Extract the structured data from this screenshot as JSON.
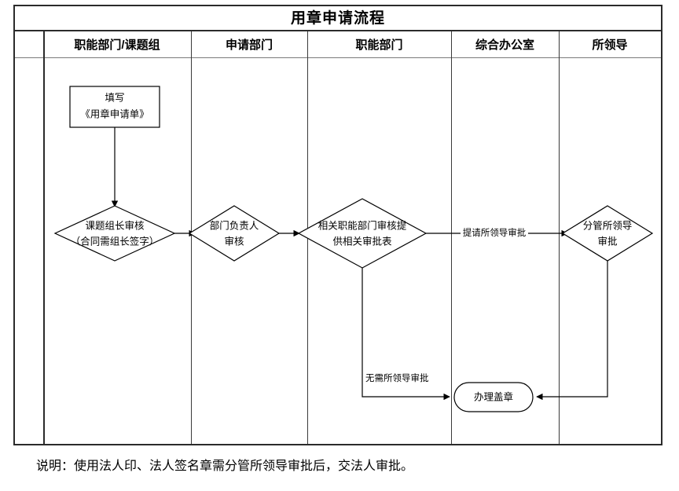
{
  "title": "用章申请流程",
  "columns": [
    {
      "label": "",
      "name": "column-blank"
    },
    {
      "label": "职能部门/课题组",
      "name": "column-functional-dept-research-group"
    },
    {
      "label": "申请部门",
      "name": "column-applicant-dept"
    },
    {
      "label": "职能部门",
      "name": "column-functional-dept"
    },
    {
      "label": "综合办公室",
      "name": "column-general-office"
    },
    {
      "label": "所领导",
      "name": "column-institute-leader"
    }
  ],
  "nodes": {
    "fill_form": {
      "label_line1": "填写",
      "label_line2": "《用章申请单》",
      "shape": "rectangle"
    },
    "group_leader_review": {
      "label_line1": "课题组长审核",
      "label_line2": "（合同需组长签字）",
      "shape": "diamond"
    },
    "dept_head_review": {
      "label_line1": "部门负责人",
      "label_line2": "审核",
      "shape": "diamond"
    },
    "functional_dept_review": {
      "label_line1": "相关职能部门审核提",
      "label_line2": "供相关审批表",
      "shape": "diamond"
    },
    "leader_approval": {
      "label_line1": "分管所领导",
      "label_line2": "审批",
      "shape": "diamond"
    },
    "stamp": {
      "label_line1": "办理盖章",
      "shape": "stadium"
    }
  },
  "edge_labels": {
    "request_leader_approval": "提请所领导审批",
    "no_leader_approval_needed": "无需所领导审批"
  },
  "note": "说明：使用法人印、法人签名章需分管所领导审批后，交法人审批。",
  "colors": {
    "frame": "#2b2b2b",
    "gridline": "#7a7a7a",
    "stroke": "#000000",
    "background": "#ffffff"
  }
}
